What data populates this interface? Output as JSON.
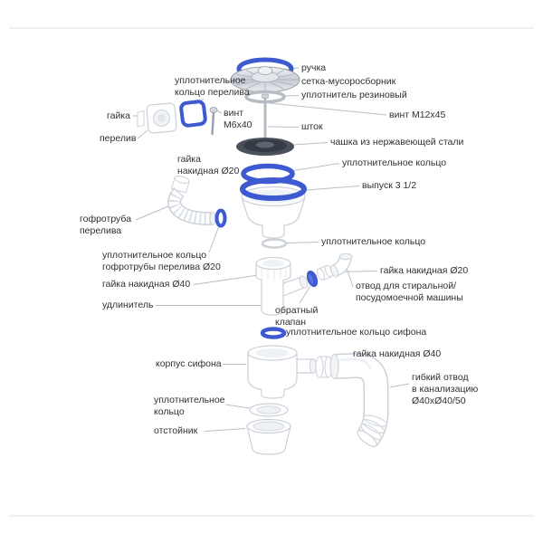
{
  "colors": {
    "accent_blue": "#3d5ad0",
    "part_outline": "#ccd1d9",
    "metal_gray": "#9aa0a8",
    "label_text": "#2e3135",
    "leader_line": "#b9bec6"
  },
  "labels": {
    "handle": "ручка",
    "strainer_mesh": "сетка-мусоросборник",
    "rubber_seal": "уплотнитель резиновый",
    "screw_m12": "винт M12x45",
    "stem": "шток",
    "steel_cup": "чашка из нержавеющей стали",
    "oring_top": "уплотнительное кольцо",
    "outlet": "выпуск 3 1/2",
    "oring_mid": "уплотнительное кольцо",
    "nut20_right": "гайка накидная Ø20",
    "washer_branch": "отвод для стиральной/\nпосудомоечной машины",
    "siphon_oring": "уплотнительное кольцо сифона",
    "nut40_right": "гайка накидная Ø40",
    "flex_outlet": "гибкий отвод\nв канализацию\nØ40xØ40/50",
    "overflow_gasket": "уплотнительное\nкольцо перелива",
    "nut": "гайка",
    "overflow": "перелив",
    "screw_m6": "винт\nM6x40",
    "nut20_left": "гайка\nнакидная Ø20",
    "corrugated_tube": "гофротруба\nперелива",
    "corr_gasket": "уплотнительное кольцо\nгофротрубы перелива Ø20",
    "nut40_left": "гайка накидная Ø40",
    "extension": "удлинитель",
    "check_valve": "обратный\nклапан",
    "siphon_body": "корпус сифона",
    "oring_bottom": "уплотнительное\nкольцо",
    "sump": "отстойник"
  }
}
